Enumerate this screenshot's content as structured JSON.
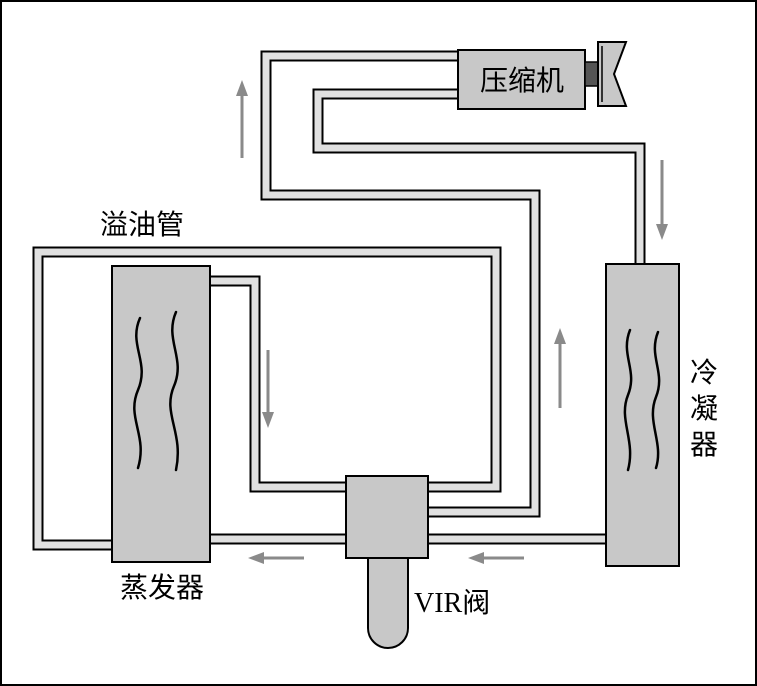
{
  "labels": {
    "compressor": "压缩机",
    "overflow_pipe": "溢油管",
    "condenser_line1": "冷",
    "condenser_line2": "凝",
    "condenser_line3": "器",
    "evaporator": "蒸发器",
    "valve": "VIR阀"
  },
  "colors": {
    "component_fill": "#c8c8c8",
    "pipe_fill": "#e0e0e0",
    "arrow": "#8a8a8a",
    "compressor_shaft": "#555555",
    "outline": "#000000"
  }
}
